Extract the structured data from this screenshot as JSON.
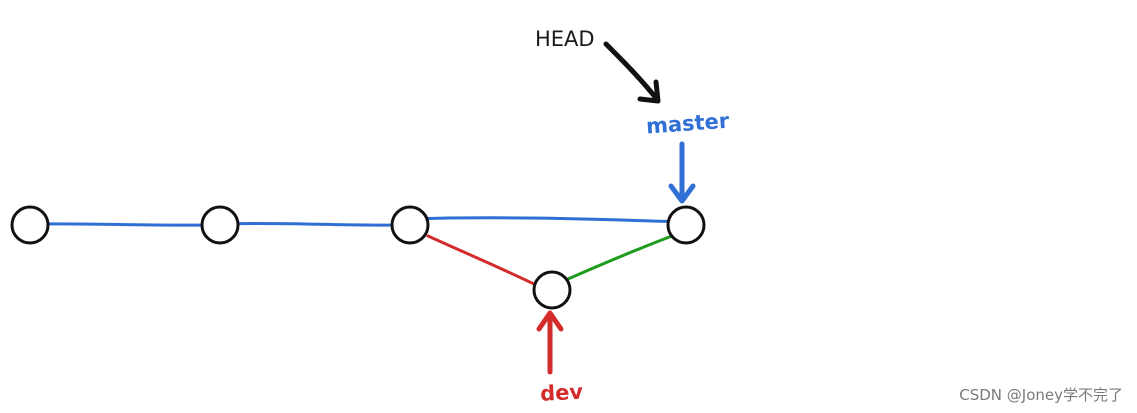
{
  "labels": {
    "head": "HEAD",
    "master": "master",
    "dev": "dev"
  },
  "watermark": "CSDN @Joney学不完了",
  "colors": {
    "master_branch": "#2f6fd6",
    "dev_branch": "#d42b2b",
    "merge_edge": "#1d9c1d",
    "head_pointer": "#111111",
    "node_stroke": "#111111"
  },
  "commits": [
    {
      "id": "c1"
    },
    {
      "id": "c2"
    },
    {
      "id": "c3"
    },
    {
      "id": "c4"
    },
    {
      "id": "c5"
    }
  ],
  "edges": [
    {
      "from": "c1",
      "to": "c2",
      "branch": "master"
    },
    {
      "from": "c2",
      "to": "c3",
      "branch": "master"
    },
    {
      "from": "c3",
      "to": "c5",
      "branch": "master"
    },
    {
      "from": "c3",
      "to": "c4",
      "branch": "dev"
    },
    {
      "from": "c4",
      "to": "c5",
      "branch": "merge"
    }
  ],
  "pointers": [
    {
      "label": "HEAD",
      "points_to": "master"
    },
    {
      "label": "master",
      "points_to": "c5"
    },
    {
      "label": "dev",
      "points_to": "c4"
    }
  ]
}
